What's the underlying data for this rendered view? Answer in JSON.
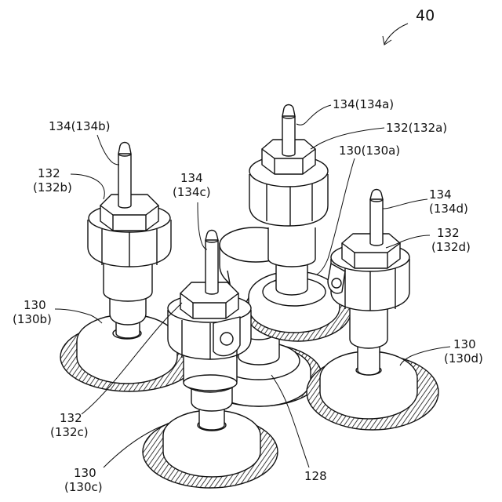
{
  "figure": {
    "number": "40"
  },
  "labels": {
    "nozzle_a": "134(134a)",
    "nut_a": "132(132a)",
    "gear_a": "130(130a)",
    "nozzle_b": "134(134b)",
    "nut_b_1": "132",
    "nut_b_2": "(132b)",
    "nozzle_c_1": "134",
    "nozzle_c_2": "(134c)",
    "nozzle_d_1": "134",
    "nozzle_d_2": "(134d)",
    "nut_d_1": "132",
    "nut_d_2": "(132d)",
    "gear_b_1": "130",
    "gear_b_2": "(130b)",
    "gear_d_1": "130",
    "gear_d_2": "(130d)",
    "nut_c_1": "132",
    "nut_c_2": "(132c)",
    "gear_c_1": "130",
    "gear_c_2": "(130c)",
    "center": "128"
  }
}
